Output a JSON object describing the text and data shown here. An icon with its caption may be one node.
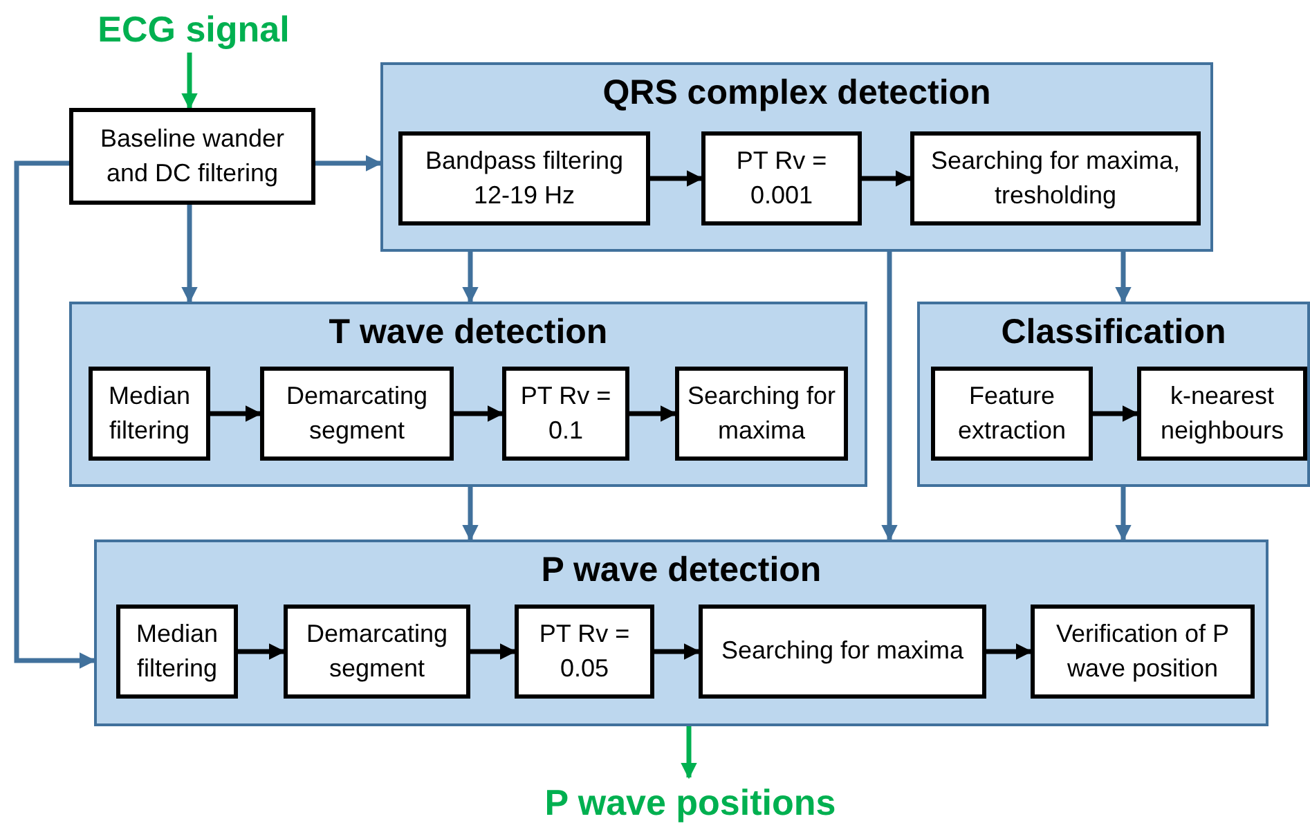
{
  "diagram": {
    "nodes": [
      {
        "text": [
          "ECG signal"
        ]
      },
      {
        "text": [
          "Baseline wander and DC filtering"
        ]
      },
      {
        "text": [
          "QRS complex detection"
        ]
      },
      {
        "text": [
          "Bandpass filtering 12-19 Hz"
        ],
        "in": 2
      },
      {
        "text": [
          "PT Rv = 0.001"
        ],
        "in": 2
      },
      {
        "text": [
          "Searching for maxima, tresholding"
        ],
        "in": 2
      },
      {
        "text": [
          "T wave detection"
        ]
      },
      {
        "text": [
          "Median filtering"
        ],
        "in": 6
      },
      {
        "text": [
          "Demarcating segment"
        ],
        "in": 6
      },
      {
        "text": [
          "PT Rv = 0.1"
        ],
        "in": 6
      },
      {
        "text": [
          "Searching for maxima"
        ],
        "in": 6
      },
      {
        "text": [
          "Classification"
        ]
      },
      {
        "text": [
          "Feature extraction"
        ],
        "in": 11
      },
      {
        "text": [
          "k-nearest neighbours"
        ],
        "in": 11
      },
      {
        "text": [
          "P wave detection"
        ]
      },
      {
        "text": [
          "Median filtering"
        ],
        "in": 14
      },
      {
        "text": [
          "Demarcating segment"
        ],
        "in": 14
      },
      {
        "text": [
          "PT Rv = 0.05"
        ],
        "in": 14
      },
      {
        "text": [
          "Searching for maxima"
        ],
        "in": 14
      },
      {
        "text": [
          "Verification of P wave position"
        ],
        "in": 14
      },
      {
        "text": [
          "P wave positions"
        ]
      }
    ],
    "edges": [
      {
        "from": 0,
        "to": 1,
        "arrow": "to",
        "color": "#00b050"
      },
      {
        "from": 1,
        "to": 2,
        "arrow": "to",
        "color": "#41719c"
      },
      {
        "from": 1,
        "to": 6,
        "arrow": "to",
        "color": "#41719c"
      },
      {
        "from": 1,
        "to": 14,
        "arrow": "to",
        "color": "#41719c"
      },
      {
        "from": 3,
        "to": 4,
        "arrow": "to"
      },
      {
        "from": 4,
        "to": 5,
        "arrow": "to"
      },
      {
        "from": 2,
        "to": 6,
        "arrow": "to",
        "color": "#41719c"
      },
      {
        "from": 2,
        "to": 14,
        "arrow": "to",
        "color": "#41719c"
      },
      {
        "from": 2,
        "to": 11,
        "arrow": "to",
        "color": "#41719c"
      },
      {
        "from": 7,
        "to": 8,
        "arrow": "to"
      },
      {
        "from": 8,
        "to": 9,
        "arrow": "to"
      },
      {
        "from": 9,
        "to": 10,
        "arrow": "to"
      },
      {
        "from": 12,
        "to": 13,
        "arrow": "to"
      },
      {
        "from": 6,
        "to": 14,
        "arrow": "to",
        "color": "#41719c"
      },
      {
        "from": 11,
        "to": 14,
        "arrow": "to",
        "color": "#41719c"
      },
      {
        "from": 15,
        "to": 16,
        "arrow": "to"
      },
      {
        "from": 16,
        "to": 17,
        "arrow": "to"
      },
      {
        "from": 17,
        "to": 18,
        "arrow": "to"
      },
      {
        "from": 18,
        "to": 19,
        "arrow": "to"
      },
      {
        "from": 14,
        "to": 20,
        "arrow": "to",
        "color": "#00b050"
      }
    ]
  }
}
